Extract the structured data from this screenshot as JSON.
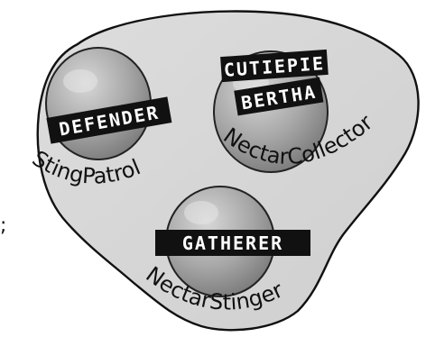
{
  "colors": {
    "blob_fill": "#d9d9d9",
    "blob_stroke": "#111111",
    "label_bg": "#111111",
    "label_text": "#ffffff",
    "bubble_light": "#d2d2d2",
    "bubble_dark": "#7a7a7a"
  },
  "objects": [
    {
      "id": "defender",
      "reference_label": "DEFENDER",
      "class_name": "StingPatrol"
    },
    {
      "id": "cutiepie-bertha",
      "reference_labels": [
        "CUTIEPIE",
        "BERTHA"
      ],
      "class_name": "NectarCollector"
    },
    {
      "id": "gatherer",
      "reference_label": "GATHERER",
      "class_name": "NectarStinger"
    }
  ],
  "stray_mark": ";"
}
